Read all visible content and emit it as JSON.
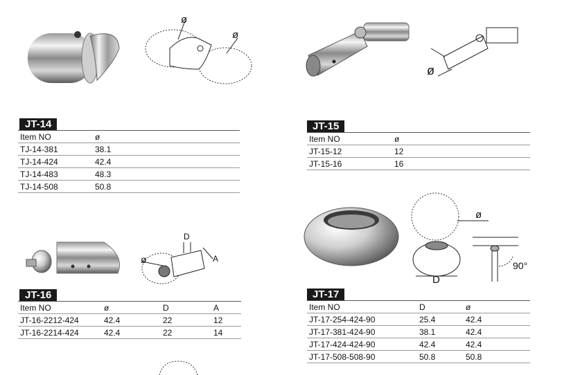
{
  "jt14": {
    "tag": "JT-14",
    "headers": [
      "Item NO",
      "ø"
    ],
    "rows": [
      [
        "TJ-14-381",
        "38.1"
      ],
      [
        "TJ-14-424",
        "42.4"
      ],
      [
        "TJ-14-483",
        "48.3"
      ],
      [
        "TJ-14-508",
        "50.8"
      ]
    ],
    "drawing_labels": [
      "ø",
      "ø"
    ]
  },
  "jt15": {
    "tag": "JT-15",
    "headers": [
      "Item NO",
      "ø"
    ],
    "rows": [
      [
        "JT-15-12",
        "12"
      ],
      [
        "JT-15-16",
        "16"
      ]
    ],
    "drawing_labels": [
      "ø"
    ]
  },
  "jt16": {
    "tag": "JT-16",
    "headers": [
      "Item NO",
      "ø",
      "D",
      "A"
    ],
    "rows": [
      [
        "JT-16-2212-424",
        "42.4",
        "22",
        "12"
      ],
      [
        "JT-16-2214-424",
        "42.4",
        "22",
        "14"
      ]
    ],
    "drawing_labels": [
      "D",
      "ø",
      "A"
    ]
  },
  "jt17": {
    "tag": "JT-17",
    "headers": [
      "Item NO",
      "D",
      "ø"
    ],
    "rows": [
      [
        "JT-17-254-424-90",
        "25.4",
        "42.4"
      ],
      [
        "JT-17-381-424-90",
        "38.1",
        "42.4"
      ],
      [
        "JT-17-424-424-90",
        "42.4",
        "42.4"
      ],
      [
        "JT-17-508-508-90",
        "50.8",
        "50.8"
      ]
    ],
    "drawing_labels": [
      "ø",
      "D",
      "90°"
    ]
  },
  "colors": {
    "tag_bg": "#1a1a1a",
    "rule": "#999999",
    "metal_light": "#f2f2f2",
    "metal_dark": "#6e6e6e"
  }
}
